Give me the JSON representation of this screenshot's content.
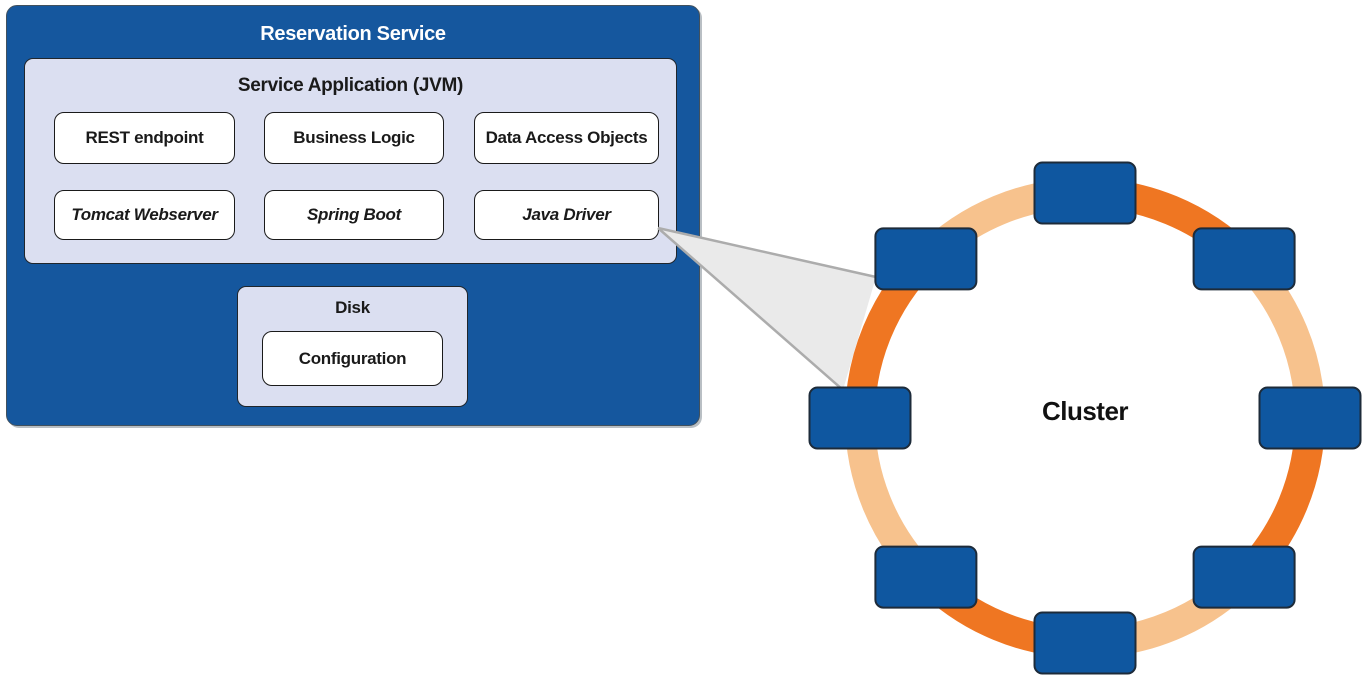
{
  "diagram": {
    "reservation_service": {
      "title": "Reservation Service",
      "service_application": {
        "title": "Service Application (JVM)",
        "row1": [
          "REST endpoint",
          "Business Logic",
          "Data Access Objects"
        ],
        "row2": [
          "Tomcat Webserver",
          "Spring Boot",
          "Java Driver"
        ]
      },
      "disk": {
        "title": "Disk",
        "file": "Configuration"
      }
    },
    "cluster": {
      "label": "Cluster",
      "node_count": 8
    }
  },
  "colors": {
    "container_blue": "#15579E",
    "panel_lavender": "#DBDFF1",
    "box_white": "#FFFFFF",
    "node_blue": "#0F57A0",
    "ring_orange_dark": "#EF7622",
    "ring_orange_light": "#F7C28D",
    "connector_fill": "#EAEAEA",
    "connector_stroke": "#ACACAC",
    "title_text_white": "#FFFFFF",
    "label_text_black": "#1A1A1A"
  }
}
